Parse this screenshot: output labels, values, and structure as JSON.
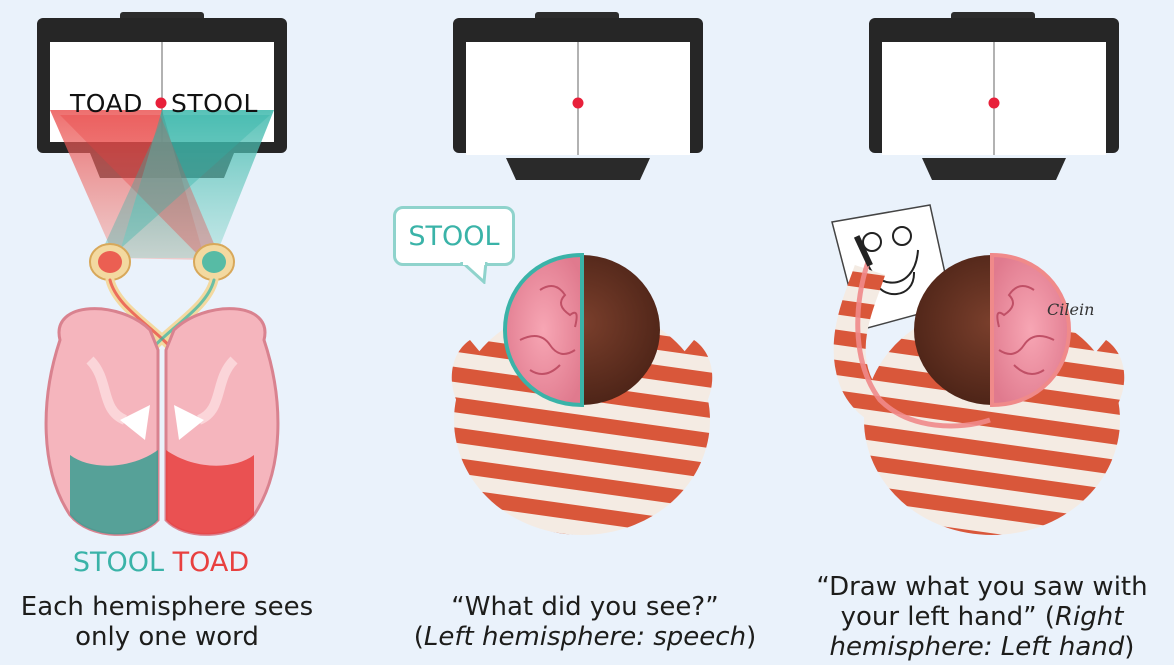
{
  "panel1": {
    "screen_left_word": "TOAD",
    "screen_right_word": "STOOL",
    "brain_label_left": "STOOL",
    "brain_label_right": "TOAD",
    "caption_line1": "Each hemisphere sees",
    "caption_line2": "only one word"
  },
  "panel2": {
    "speech_bubble": "STOOL",
    "caption_line1": "“What did you see?”",
    "caption_line2_open": "(",
    "caption_line2_italic": "Left hemisphere: speech",
    "caption_line2_close": ")"
  },
  "panel3": {
    "caption_line1": "“Draw what you saw with",
    "caption_line2_plain": "your left hand” (",
    "caption_line2_italic": "Right",
    "caption_line3_italic": "hemisphere: Left hand",
    "caption_line3_close": ")"
  },
  "signature": "Cilein",
  "colors": {
    "teal": "#3ab3a8",
    "red": "#e8403f",
    "fixation_dot": "#e8203a",
    "background": "#eaf2fb"
  }
}
